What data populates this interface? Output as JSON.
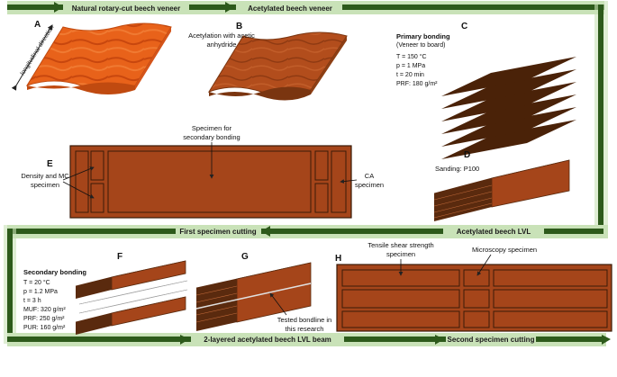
{
  "flow_labels": {
    "top_left": "Natural rotary-cut beech veneer",
    "top_mid": "Acetylated beech veneer",
    "mid_right": "Acetylated beech LVL",
    "mid_left": "First specimen cutting",
    "bottom_mid": "2-layered acetylated beech LVL beam",
    "bottom_right": "Second specimen cutting"
  },
  "panels": {
    "A": {
      "letter": "A",
      "direction_label": "longitudinal direction"
    },
    "B": {
      "letter": "B",
      "caption": [
        "Acetylation with acetic",
        "anhydride"
      ]
    },
    "C": {
      "letter": "C",
      "title": "Primary bonding",
      "subtitle": "(Veneer to board)",
      "params": [
        "T = 150 °C",
        "p = 1 MPa",
        "t = 20 min",
        "PRF: 180 g/m²"
      ]
    },
    "D": {
      "letter": "D",
      "caption": "Sanding: P100"
    },
    "E": {
      "letter": "E",
      "specimen_secondary": [
        "Specimen for",
        "secondary bonding"
      ],
      "density_mc": [
        "Density and MC",
        "specimen"
      ],
      "ca": [
        "CA",
        "specimen"
      ]
    },
    "F": {
      "letter": "F",
      "title": "Secondary bonding",
      "params": [
        "T = 20 °C",
        "p = 1.2 MPa",
        "t = 3 h",
        "MUF: 320 g/m²",
        "PRF: 250 g/m²",
        "PUR: 160 g/m²"
      ]
    },
    "G": {
      "letter": "G",
      "caption": [
        "Tested bondline in",
        "this research"
      ]
    },
    "H": {
      "letter": "H",
      "tensile": [
        "Tensile shear strength",
        "specimen"
      ],
      "microscopy": "Microscopy specimen"
    }
  },
  "colors": {
    "flow_green": "#2d5a1b",
    "flow_light": "#c9e2b8",
    "veneer_raw": "#e8621a",
    "veneer_acetylated": "#b24d1c",
    "wood_dark": "#5a2a0e",
    "glue_grey": "#c8c8c8"
  }
}
